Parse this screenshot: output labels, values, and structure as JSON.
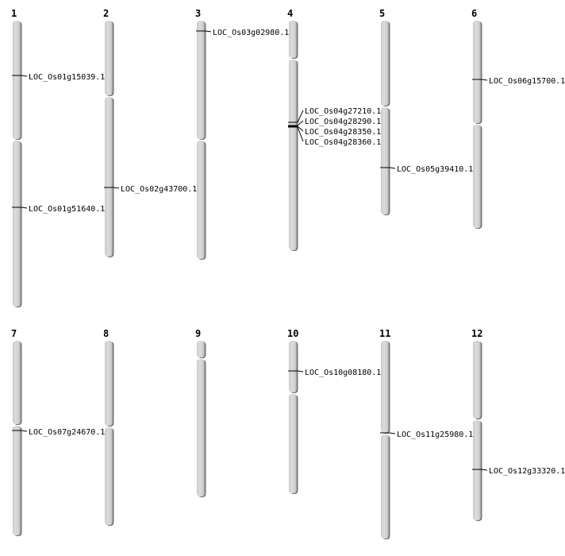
{
  "colors": {
    "chromosome": "#d4d4d4",
    "shadow": "#777777",
    "marker": "#000000"
  },
  "chromosomes": [
    {
      "name": "1",
      "genes": [
        "LOC_Os01g15039.1",
        "LOC_Os01g51640.1"
      ]
    },
    {
      "name": "2",
      "genes": [
        "LOC_Os02g43700.1"
      ]
    },
    {
      "name": "3",
      "genes": [
        "LOC_Os03g02980.1"
      ]
    },
    {
      "name": "4",
      "genes": [
        "LOC_Os04g27210.1",
        "LOC_Os04g28290.1",
        "LOC_Os04g28350.1",
        "LOC_Os04g28360.1"
      ]
    },
    {
      "name": "5",
      "genes": [
        "LOC_Os05g39410.1"
      ]
    },
    {
      "name": "6",
      "genes": [
        "LOC_Os06g15700.1"
      ]
    },
    {
      "name": "7",
      "genes": [
        "LOC_Os07g24670.1"
      ]
    },
    {
      "name": "8",
      "genes": []
    },
    {
      "name": "9",
      "genes": []
    },
    {
      "name": "10",
      "genes": [
        "LOC_Os10g08180.1"
      ]
    },
    {
      "name": "11",
      "genes": [
        "LOC_Os11g25980.1"
      ]
    },
    {
      "name": "12",
      "genes": [
        "LOC_Os12g33320.1"
      ]
    }
  ]
}
